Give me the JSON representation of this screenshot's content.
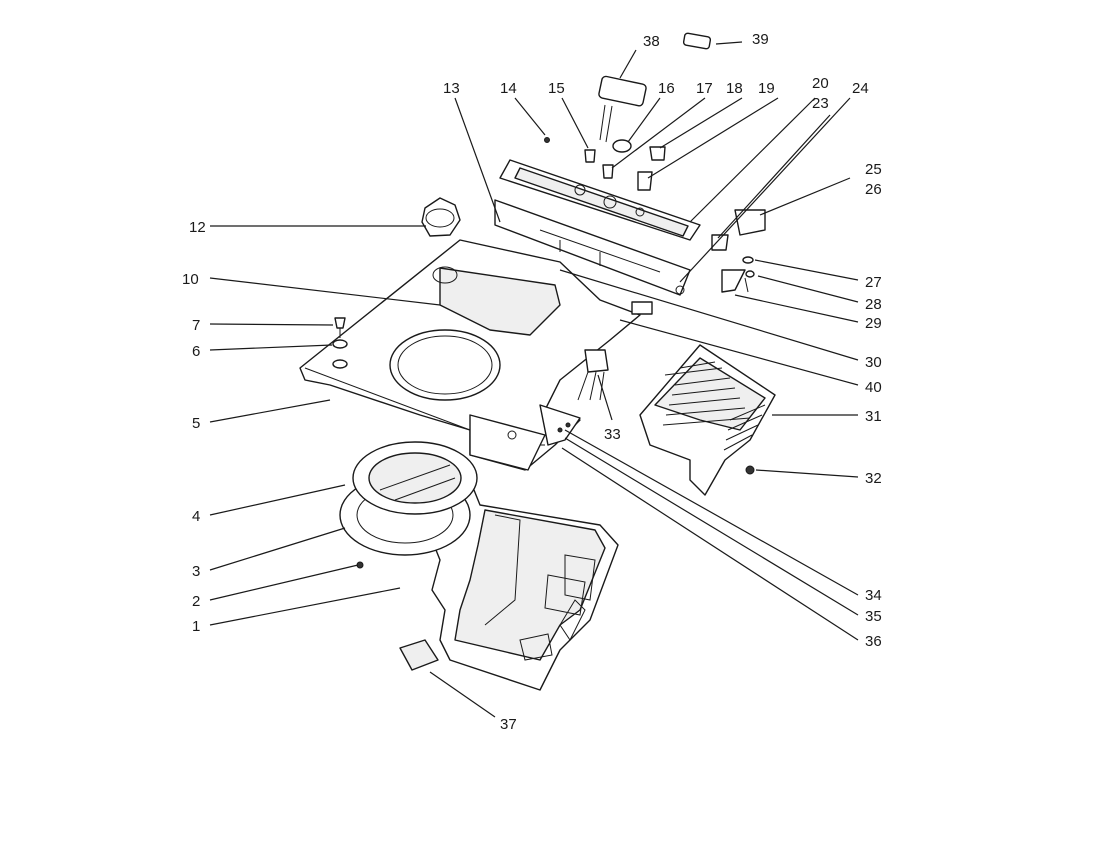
{
  "diagram": {
    "callouts": [
      {
        "id": "1",
        "text": "1"
      },
      {
        "id": "2",
        "text": "2"
      },
      {
        "id": "3",
        "text": "3"
      },
      {
        "id": "4",
        "text": "4"
      },
      {
        "id": "5",
        "text": "5"
      },
      {
        "id": "6",
        "text": "6"
      },
      {
        "id": "7",
        "text": "7"
      },
      {
        "id": "10",
        "text": "10"
      },
      {
        "id": "12",
        "text": "12"
      },
      {
        "id": "13",
        "text": "13"
      },
      {
        "id": "14",
        "text": "14"
      },
      {
        "id": "15",
        "text": "15"
      },
      {
        "id": "16",
        "text": "16"
      },
      {
        "id": "17",
        "text": "17"
      },
      {
        "id": "18",
        "text": "18"
      },
      {
        "id": "19",
        "text": "19"
      },
      {
        "id": "20",
        "text": "20"
      },
      {
        "id": "23",
        "text": "23"
      },
      {
        "id": "24",
        "text": "24"
      },
      {
        "id": "25",
        "text": "25"
      },
      {
        "id": "26",
        "text": "26"
      },
      {
        "id": "27",
        "text": "27"
      },
      {
        "id": "28",
        "text": "28"
      },
      {
        "id": "29",
        "text": "29"
      },
      {
        "id": "30",
        "text": "30"
      },
      {
        "id": "31",
        "text": "31"
      },
      {
        "id": "32",
        "text": "32"
      },
      {
        "id": "33",
        "text": "33"
      },
      {
        "id": "34",
        "text": "34"
      },
      {
        "id": "35",
        "text": "35"
      },
      {
        "id": "36",
        "text": "36"
      },
      {
        "id": "37",
        "text": "37"
      },
      {
        "id": "38",
        "text": "38"
      },
      {
        "id": "39",
        "text": "39"
      },
      {
        "id": "40",
        "text": "40"
      }
    ]
  }
}
